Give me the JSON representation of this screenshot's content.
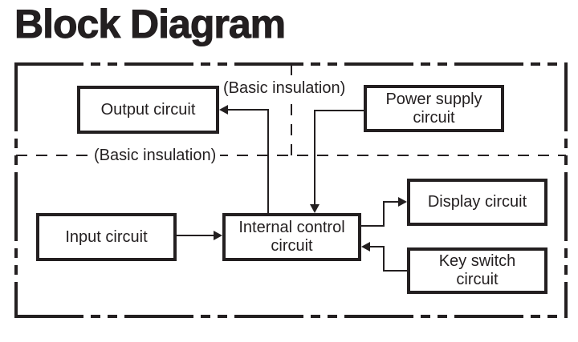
{
  "title": "Block Diagram",
  "boxes": {
    "output": "Output circuit",
    "power_supply": "Power supply circuit",
    "input": "Input circuit",
    "internal_control": "Internal control circuit",
    "display": "Display circuit",
    "key_switch": "Key switch circuit"
  },
  "labels": {
    "insulation_top": "(Basic insulation)",
    "insulation_mid": "(Basic insulation)"
  },
  "colors": {
    "ink": "#231f20",
    "paper": "#ffffff"
  }
}
